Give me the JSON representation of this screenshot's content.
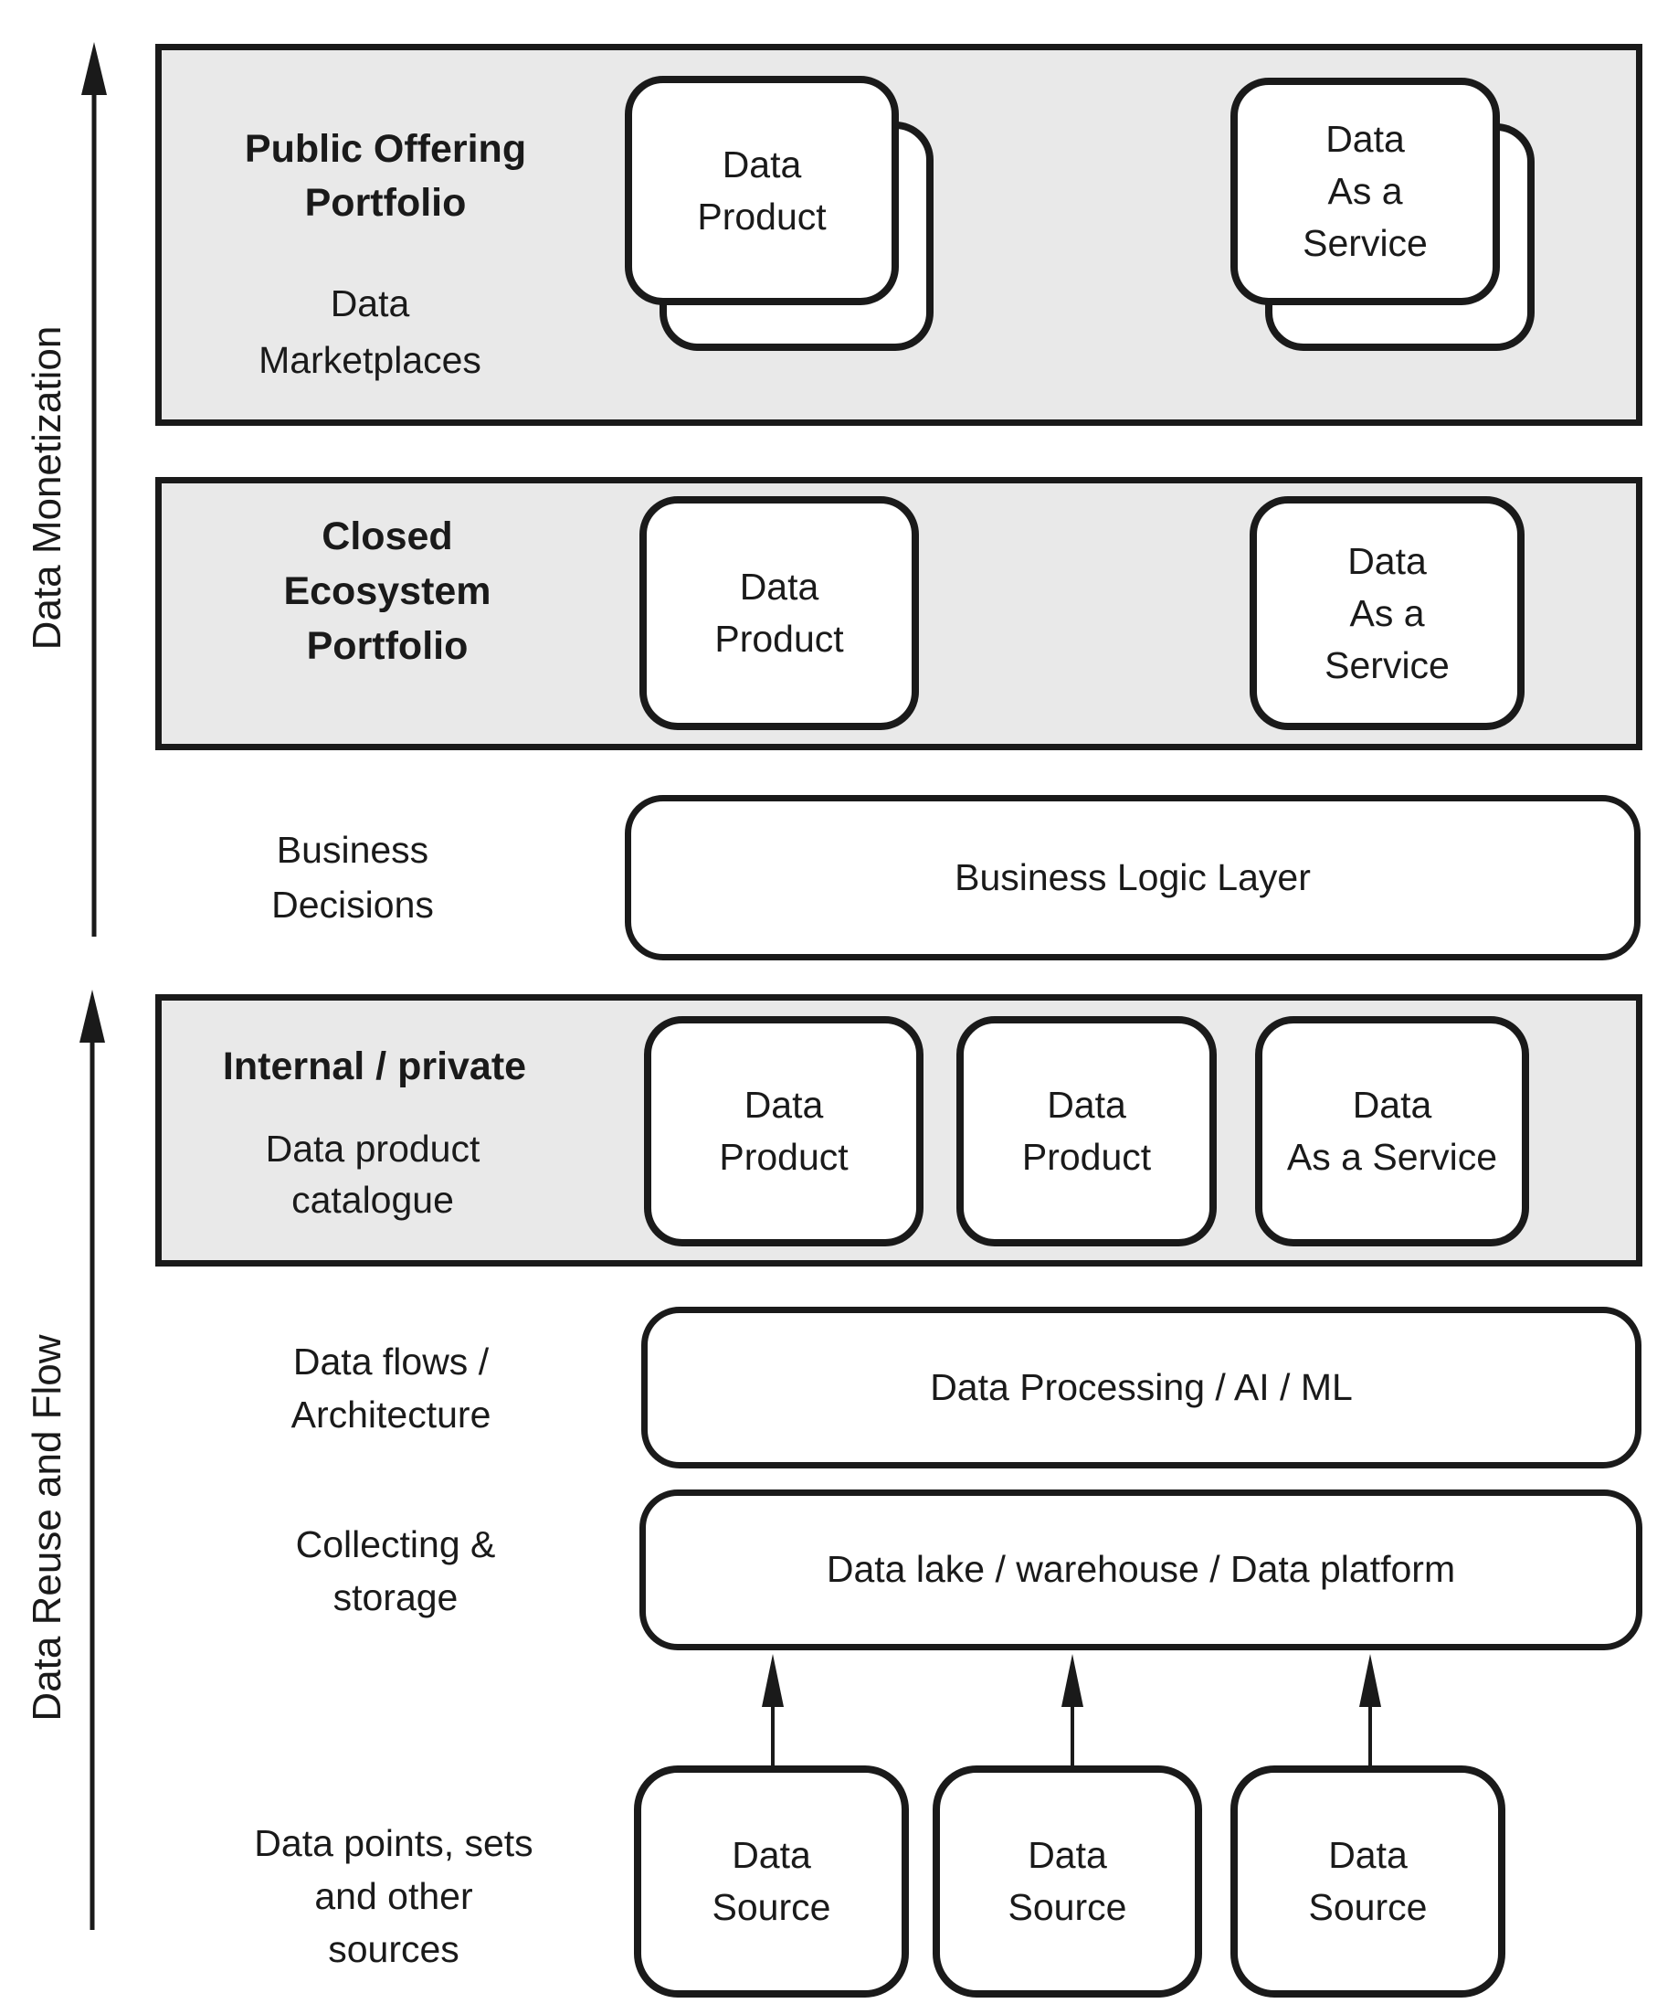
{
  "colors": {
    "band_fill": "#e9e9e9",
    "ink": "#1a1a1a",
    "card_fill": "#ffffff",
    "background": "#ffffff"
  },
  "axes": {
    "monetization": {
      "label": "Data Monetization"
    },
    "reuse_flow": {
      "label": "Data Reuse and Flow"
    }
  },
  "band1": {
    "title": [
      "Public Offering",
      "Portfolio"
    ],
    "subtitle": [
      "Data",
      "Marketplaces"
    ],
    "card1": [
      "Data",
      "Product"
    ],
    "card2": [
      "Data",
      "As a",
      "Service"
    ]
  },
  "band2": {
    "title": [
      "Closed",
      "Ecosystem",
      "Portfolio"
    ],
    "card1": [
      "Data",
      "Product"
    ],
    "card2": [
      "Data",
      "As a",
      "Service"
    ]
  },
  "business": {
    "label": [
      "Business",
      "Decisions"
    ],
    "box": "Business Logic Layer"
  },
  "band3": {
    "title": "Internal / private",
    "subtitle": [
      "Data product",
      "catalogue"
    ],
    "card1": [
      "Data",
      "Product"
    ],
    "card2": [
      "Data",
      "Product"
    ],
    "card3": [
      "Data",
      "As a Service"
    ]
  },
  "flows": {
    "label": [
      "Data flows /",
      "Architecture"
    ],
    "box": "Data Processing / AI / ML"
  },
  "collecting": {
    "label": [
      "Collecting &",
      "storage"
    ],
    "box": "Data lake / warehouse / Data platform"
  },
  "sources": {
    "label": [
      "Data points, sets",
      "and other",
      "sources"
    ],
    "box1": [
      "Data",
      "Source"
    ],
    "box2": [
      "Data",
      "Source"
    ],
    "box3": [
      "Data",
      "Source"
    ]
  }
}
